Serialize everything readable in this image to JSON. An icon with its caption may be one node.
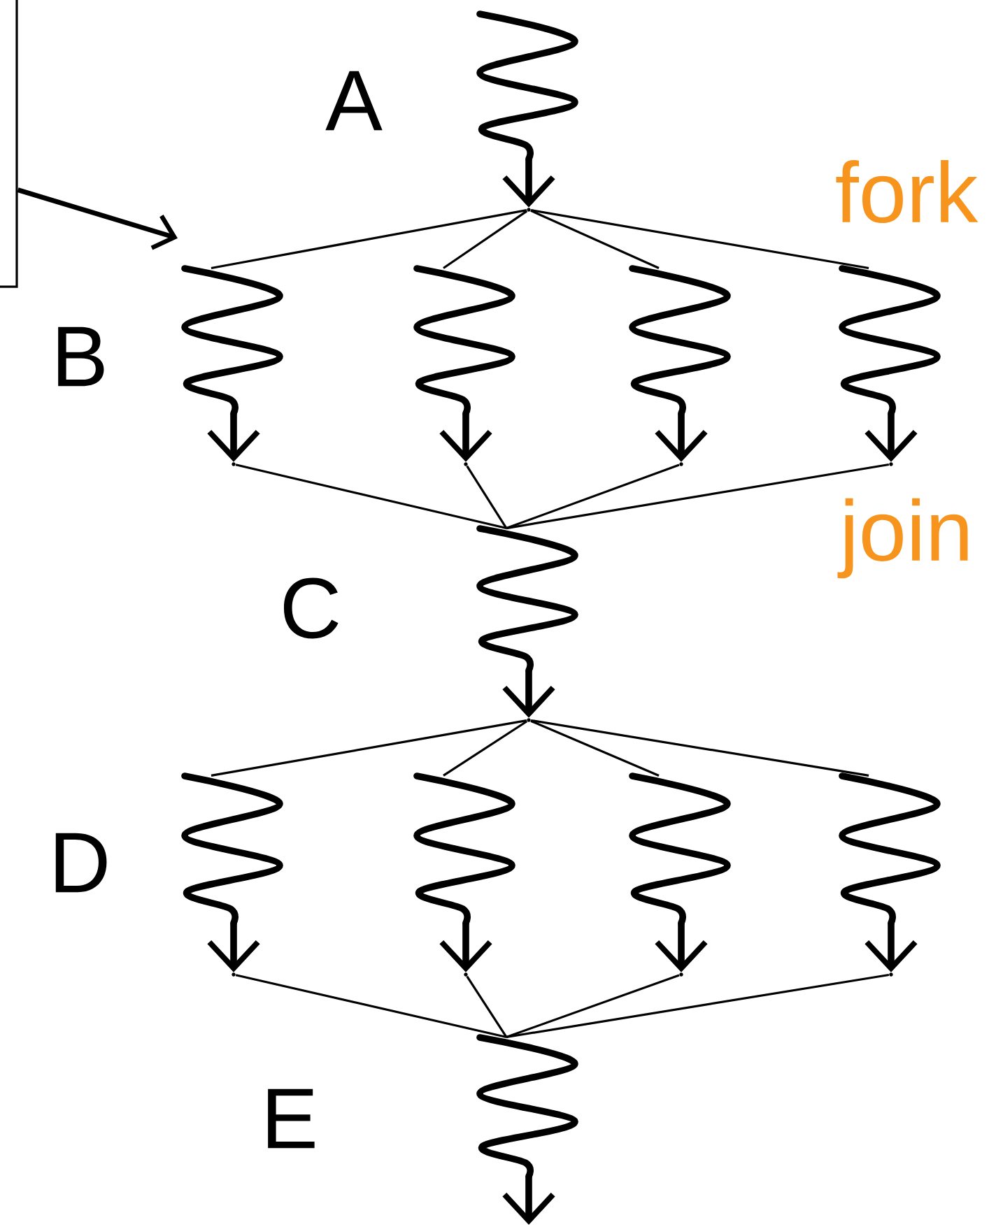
{
  "diagram": {
    "nodes": [
      {
        "text": [],
        "shape": "box"
      },
      {
        "text": [],
        "shape": "squiggle"
      },
      {
        "text": [],
        "shape": "point"
      },
      {
        "text": [],
        "shape": "squiggle"
      },
      {
        "text": [],
        "shape": "squiggle"
      },
      {
        "text": [],
        "shape": "squiggle"
      },
      {
        "text": [],
        "shape": "squiggle"
      },
      {
        "text": [],
        "shape": "point"
      },
      {
        "text": [],
        "shape": "point"
      },
      {
        "text": [],
        "shape": "point"
      },
      {
        "text": [],
        "shape": "point"
      },
      {
        "text": [],
        "shape": "squiggle"
      },
      {
        "text": [],
        "shape": "point"
      },
      {
        "text": [],
        "shape": "squiggle"
      },
      {
        "text": [],
        "shape": "squiggle"
      },
      {
        "text": [],
        "shape": "squiggle"
      },
      {
        "text": [],
        "shape": "squiggle"
      },
      {
        "text": [],
        "shape": "point"
      },
      {
        "text": [],
        "shape": "point"
      },
      {
        "text": [],
        "shape": "point"
      },
      {
        "text": [],
        "shape": "point"
      },
      {
        "text": [],
        "shape": "squiggle"
      }
    ],
    "edges": [
      {
        "from": 0,
        "to": 3,
        "arrow": "to",
        "style": "thick"
      },
      {
        "from": 1,
        "to": 2,
        "arrow": "to",
        "style": "thick"
      },
      {
        "from": 2,
        "to": 3,
        "arrow": "none"
      },
      {
        "from": 2,
        "to": 4,
        "arrow": "none"
      },
      {
        "from": 2,
        "to": 5,
        "arrow": "none"
      },
      {
        "from": 2,
        "to": 6,
        "arrow": "none"
      },
      {
        "from": 3,
        "to": 7,
        "arrow": "to",
        "style": "thick"
      },
      {
        "from": 4,
        "to": 8,
        "arrow": "to",
        "style": "thick"
      },
      {
        "from": 5,
        "to": 9,
        "arrow": "to",
        "style": "thick"
      },
      {
        "from": 6,
        "to": 10,
        "arrow": "to",
        "style": "thick"
      },
      {
        "from": 7,
        "to": 11,
        "arrow": "none"
      },
      {
        "from": 8,
        "to": 11,
        "arrow": "none"
      },
      {
        "from": 9,
        "to": 11,
        "arrow": "none"
      },
      {
        "from": 10,
        "to": 11,
        "arrow": "none"
      },
      {
        "from": 11,
        "to": 12,
        "arrow": "to",
        "style": "thick"
      },
      {
        "from": 12,
        "to": 13,
        "arrow": "none"
      },
      {
        "from": 12,
        "to": 14,
        "arrow": "none"
      },
      {
        "from": 12,
        "to": 15,
        "arrow": "none"
      },
      {
        "from": 12,
        "to": 16,
        "arrow": "none"
      },
      {
        "from": 13,
        "to": 17,
        "arrow": "to",
        "style": "thick"
      },
      {
        "from": 14,
        "to": 18,
        "arrow": "to",
        "style": "thick"
      },
      {
        "from": 15,
        "to": 19,
        "arrow": "to",
        "style": "thick"
      },
      {
        "from": 16,
        "to": 20,
        "arrow": "to",
        "style": "thick"
      },
      {
        "from": 17,
        "to": 21,
        "arrow": "none"
      },
      {
        "from": 18,
        "to": 21,
        "arrow": "none"
      },
      {
        "from": 19,
        "to": 21,
        "arrow": "none"
      },
      {
        "from": 20,
        "to": 21,
        "arrow": "none"
      },
      {
        "from": 21,
        "to": null,
        "arrow": "to",
        "style": "thick"
      }
    ],
    "labels": [
      "A",
      "fork",
      "B",
      "join",
      "C",
      "D",
      "E"
    ]
  }
}
